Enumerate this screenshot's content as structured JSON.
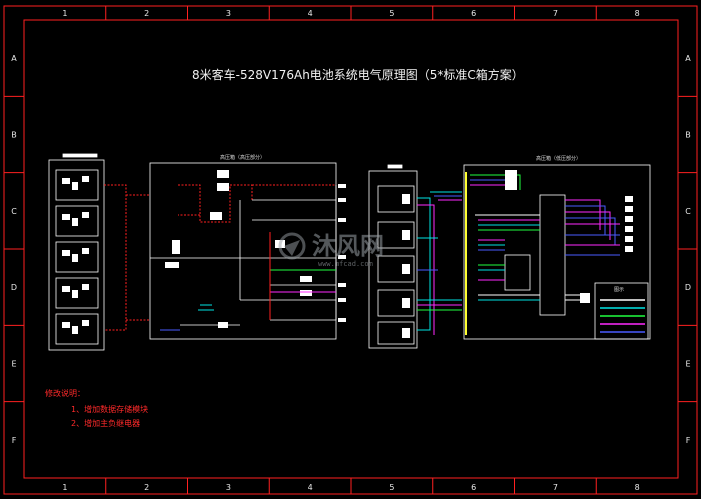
{
  "title": "8米客车-528V176Ah电池系统电气原理图（5*标准C箱方案）",
  "zone_columns": [
    "1",
    "2",
    "3",
    "4",
    "5",
    "6",
    "7",
    "8"
  ],
  "zone_rows": [
    "A",
    "B",
    "C",
    "D",
    "E",
    "F"
  ],
  "notes": {
    "heading": "修改说明：",
    "items": [
      "1、增加数据存储模块",
      "2、增加主负继电器"
    ]
  },
  "panels": {
    "hv_box_label": "高压箱（高压部分）",
    "lv_box_label": "高压箱（低压部分）",
    "legend_label": "图示"
  },
  "watermark": {
    "brand": "沐风网",
    "url": "www.mfcad.com"
  },
  "colors": {
    "frame": "#ff2020",
    "lines": "#ffffff",
    "red_wire": "#ff2020",
    "cyan_wire": "#00e5e5",
    "magenta_wire": "#ff2aff",
    "blue_wire": "#4a5cff",
    "green_wire": "#20ff40",
    "yellow_wire": "#ffff30"
  }
}
